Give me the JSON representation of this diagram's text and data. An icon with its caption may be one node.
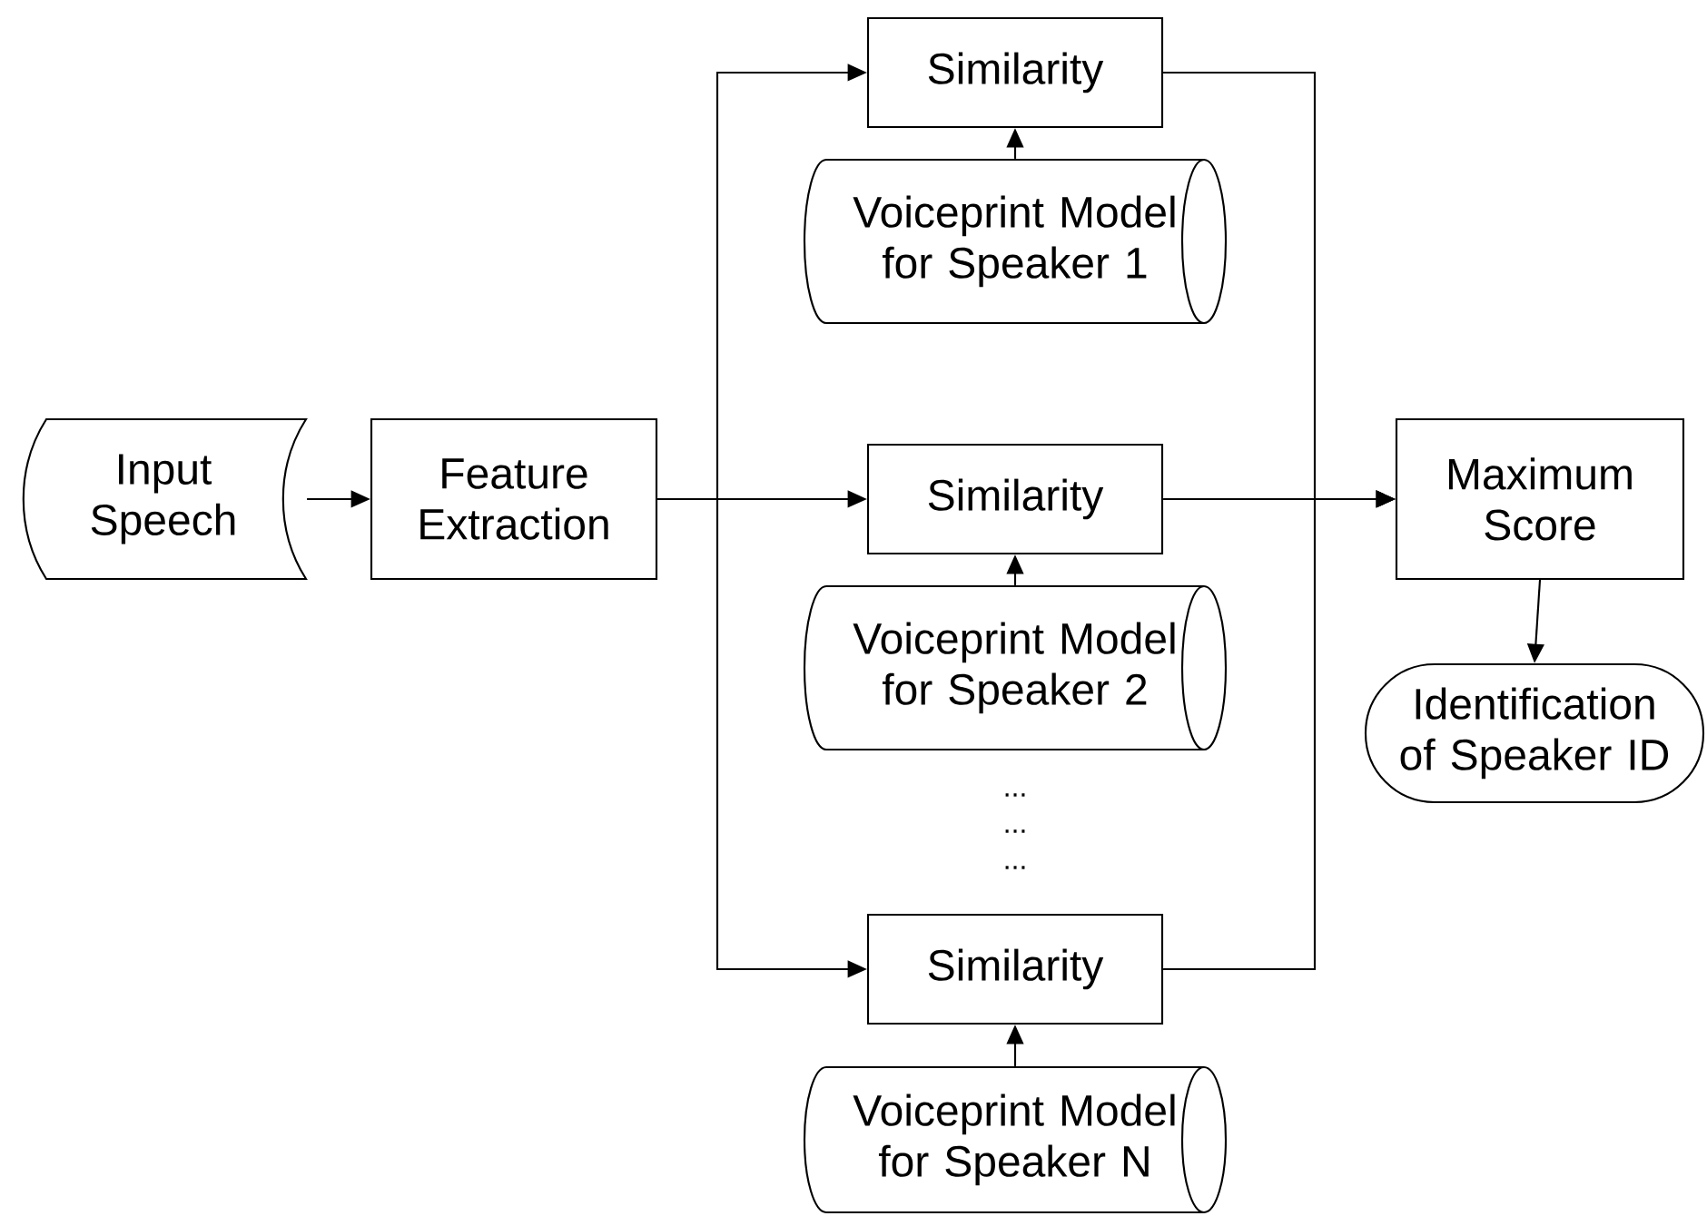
{
  "diagram": {
    "nodes": [
      {
        "text": [
          "Input Speech"
        ]
      },
      {
        "text": [
          "Feature Extraction"
        ]
      },
      {
        "text": [
          "Similarity"
        ]
      },
      {
        "text": [
          "Voiceprint Model for Speaker 1"
        ]
      },
      {
        "text": [
          "Similarity"
        ]
      },
      {
        "text": [
          "Voiceprint Model for Speaker 2"
        ]
      },
      {
        "text": [
          "Similarity"
        ]
      },
      {
        "text": [
          "Voiceprint Model for Speaker N"
        ]
      },
      {
        "text": [
          "Maximum Score"
        ]
      },
      {
        "text": [
          "Identification of Speaker ID"
        ]
      }
    ],
    "edges": [
      {
        "from": 0,
        "to": 1,
        "arrow": "to"
      },
      {
        "from": 1,
        "to": 2,
        "arrow": "to"
      },
      {
        "from": 1,
        "to": 4,
        "arrow": "to"
      },
      {
        "from": 1,
        "to": 6,
        "arrow": "to"
      },
      {
        "from": 3,
        "to": 2,
        "arrow": "to"
      },
      {
        "from": 5,
        "to": 4,
        "arrow": "to"
      },
      {
        "from": 7,
        "to": 6,
        "arrow": "to"
      },
      {
        "from": 2,
        "to": 8,
        "arrow": "to"
      },
      {
        "from": 4,
        "to": 8,
        "arrow": "to"
      },
      {
        "from": 6,
        "to": 8,
        "arrow": "to"
      },
      {
        "from": 8,
        "to": 9,
        "arrow": "to"
      }
    ],
    "labels": [
      "...",
      "...",
      "..."
    ]
  }
}
